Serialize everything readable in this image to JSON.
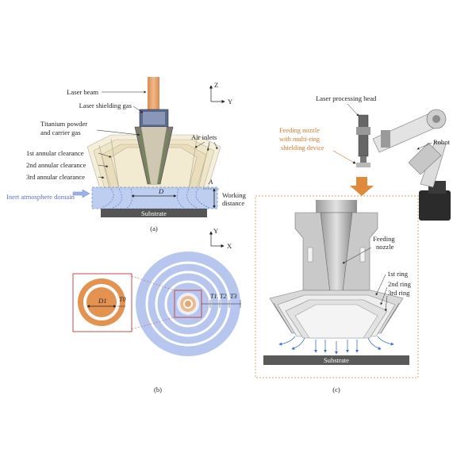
{
  "panel_a": {
    "laser_beam": "Laser beam",
    "laser_shielding_gas": "Laser shielding gas",
    "titanium_powder_1": "Titanium powder",
    "titanium_powder_2": "and carrier gas",
    "air_inlets": "Air inlets",
    "clearance_1": "1st annular clearance",
    "clearance_2": "2nd annular clearance",
    "clearance_3": "3rd annular clearance",
    "inert_domain": "Inert atmosphere domain",
    "working_distance_1": "Working",
    "working_distance_2": "distance",
    "substrate": "Substrate",
    "axis_z": "Z",
    "axis_y": "Y",
    "dim_d": "D",
    "dim_a": "A",
    "caption": "(a)"
  },
  "panel_b": {
    "axis_y": "Y",
    "axis_x": "X",
    "dim_d1": "D1",
    "dim_t0": "T0",
    "dim_t1": "T1",
    "dim_t2": "T2",
    "dim_t3": "T3",
    "caption": "(b)"
  },
  "panel_c": {
    "laser_head": "Laser processing head",
    "feeding_nozzle_1": "Feeding nozzle",
    "feeding_nozzle_2": "with multi-ring",
    "feeding_nozzle_3": "shielding device",
    "robot": "Robot",
    "feeding_label_1": "Feeding",
    "feeding_label_2": "nozzle",
    "ring_1": "1st ring",
    "ring_2": "2nd ring",
    "ring_3": "3rd ring",
    "substrate": "Substrate",
    "caption": "(c)"
  },
  "colors": {
    "laser": "#e8a672",
    "inert_blue": "#9bb3e8",
    "ring_blue": "#a9bdec",
    "orange": "#e08a3c",
    "substrate": "#555555",
    "frame_red": "#c44a4a"
  }
}
